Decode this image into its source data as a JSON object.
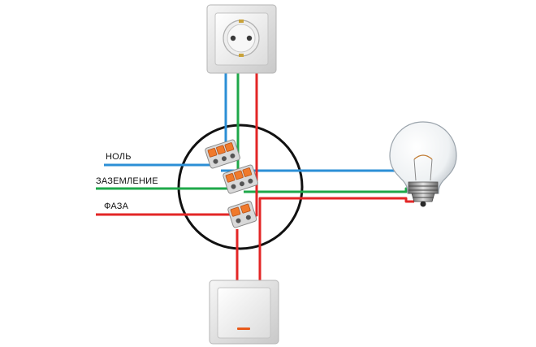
{
  "labels": {
    "neutral": "НОЛЬ",
    "ground": "ЗАЗЕМЛЕНИЕ",
    "phase": "ФАЗА"
  },
  "colors": {
    "neutral_wire": "#2b8fd6",
    "ground_wire": "#1fa84a",
    "phase_wire": "#e32626",
    "junction_outline": "#111111",
    "connector_orange": "#f07a2c",
    "switch_indicator": "#e85a1a"
  },
  "components": {
    "socket": "socket-icon",
    "switch": "switch-icon",
    "bulb": "light-bulb-icon",
    "connector": "wago-connector-icon"
  }
}
